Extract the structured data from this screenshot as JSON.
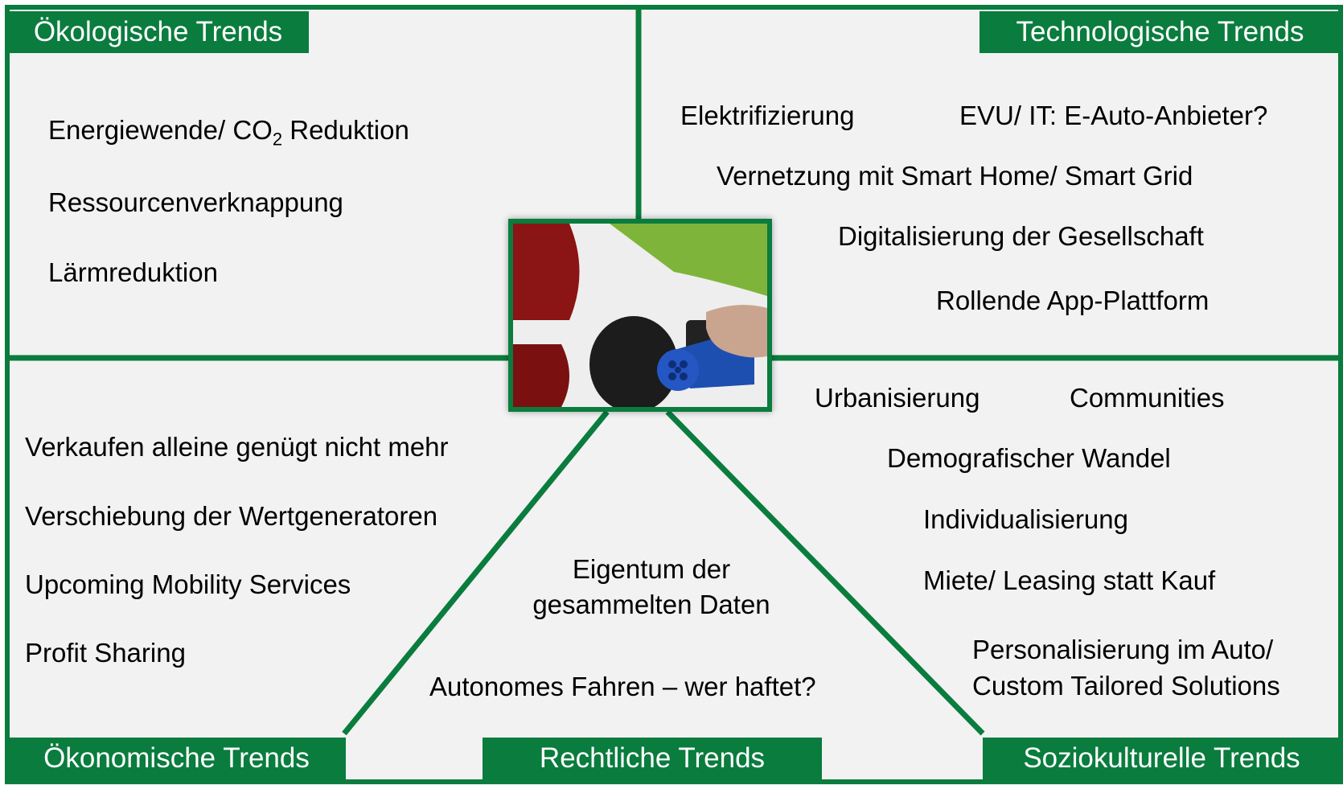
{
  "colors": {
    "accent_green": "#0a7c3e",
    "panel_bg": "#f2f2f2"
  },
  "center_image": {
    "icon": "ev-charging-photo-icon"
  },
  "headers": {
    "oekologisch": "Ökologische Trends",
    "technologisch": "Technologische Trends",
    "oekonomisch": "Ökonomische Trends",
    "rechtlich": "Rechtliche Trends",
    "soziokulturell": "Soziokulturelle Trends"
  },
  "oekologisch": {
    "energie_prefix": "Energiewende/ CO",
    "energie_sub": "2",
    "energie_suffix": " Reduktion",
    "items": [
      "Ressourcenverknappung",
      "Lärmreduktion"
    ]
  },
  "technologisch": {
    "items": [
      "Elektrifizierung",
      "EVU/ IT: E-Auto-Anbieter?",
      "Vernetzung mit Smart Home/ Smart Grid",
      "Digitalisierung der Gesellschaft",
      "Rollende App-Plattform"
    ]
  },
  "oekonomisch": {
    "items": [
      "Verkaufen alleine genügt nicht mehr",
      "Verschiebung der Wertgeneratoren",
      "Upcoming Mobility Services",
      "Profit Sharing"
    ]
  },
  "rechtlich": {
    "items": [
      "Eigentum der",
      "gesammelten Daten",
      "Autonomes Fahren – wer haftet?"
    ]
  },
  "soziokulturell": {
    "items": [
      "Urbanisierung",
      "Communities",
      "Demografischer Wandel",
      "Individualisierung",
      "Miete/ Leasing statt Kauf",
      "Personalisierung im Auto/",
      "Custom Tailored Solutions"
    ]
  }
}
